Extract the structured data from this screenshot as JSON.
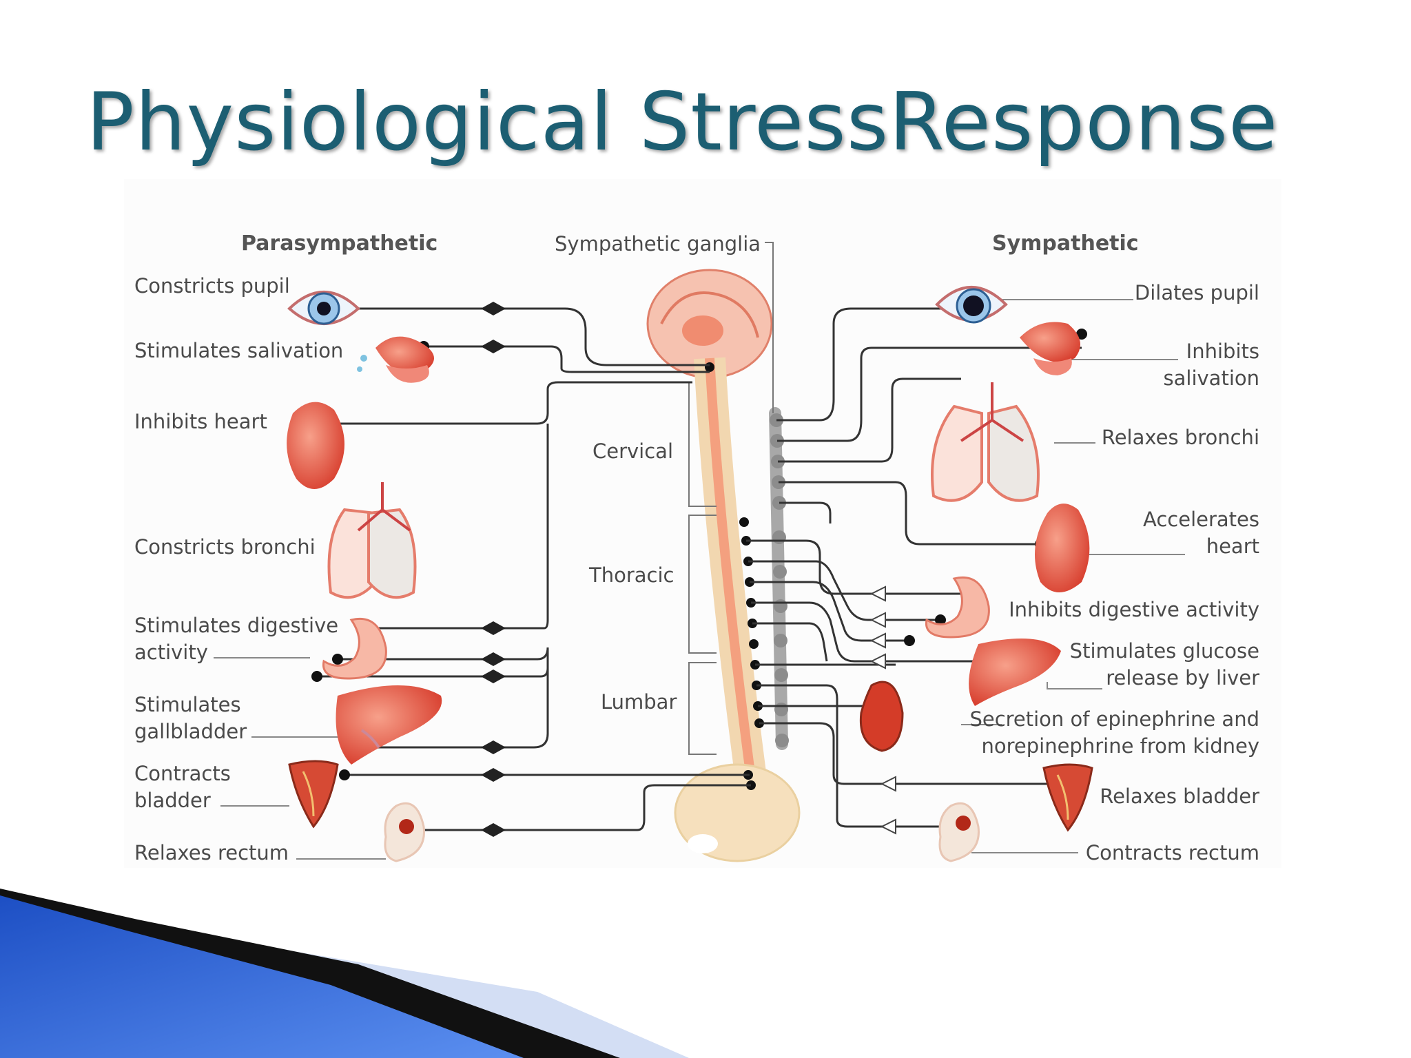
{
  "slide": {
    "title": "Physiological StressResponse"
  },
  "diagram": {
    "headers": {
      "parasympathetic": "Parasympathetic",
      "ganglia": "Sympathetic ganglia",
      "sympathetic": "Sympathetic"
    },
    "spine_regions": {
      "cervical": "Cervical",
      "thoracic": "Thoracic",
      "lumbar": "Lumbar"
    },
    "parasympathetic_effects": [
      "Constricts pupil",
      "Stimulates salivation",
      "Inhibits heart",
      "Constricts bronchi",
      "Stimulates digestive\nactivity",
      "Stimulates\ngallbladder",
      "Contracts\nbladder",
      "Relaxes rectum"
    ],
    "sympathetic_effects": [
      "Dilates pupil",
      "Inhibits\nsalivation",
      "Relaxes bronchi",
      "Accelerates\nheart",
      "Inhibits digestive activity",
      "Stimulates glucose\nrelease by liver",
      "Secretion of epinephrine and\nnorepinephrine from kidney",
      "Relaxes bladder",
      "Contracts rectum"
    ],
    "colors": {
      "title": "#1c5e72",
      "nerve": "#333333",
      "organ": "#e34b3c",
      "spine": "#f4a07f",
      "ganglia": "#9a9a9a",
      "accent_blue": "#2f5fd0"
    }
  }
}
